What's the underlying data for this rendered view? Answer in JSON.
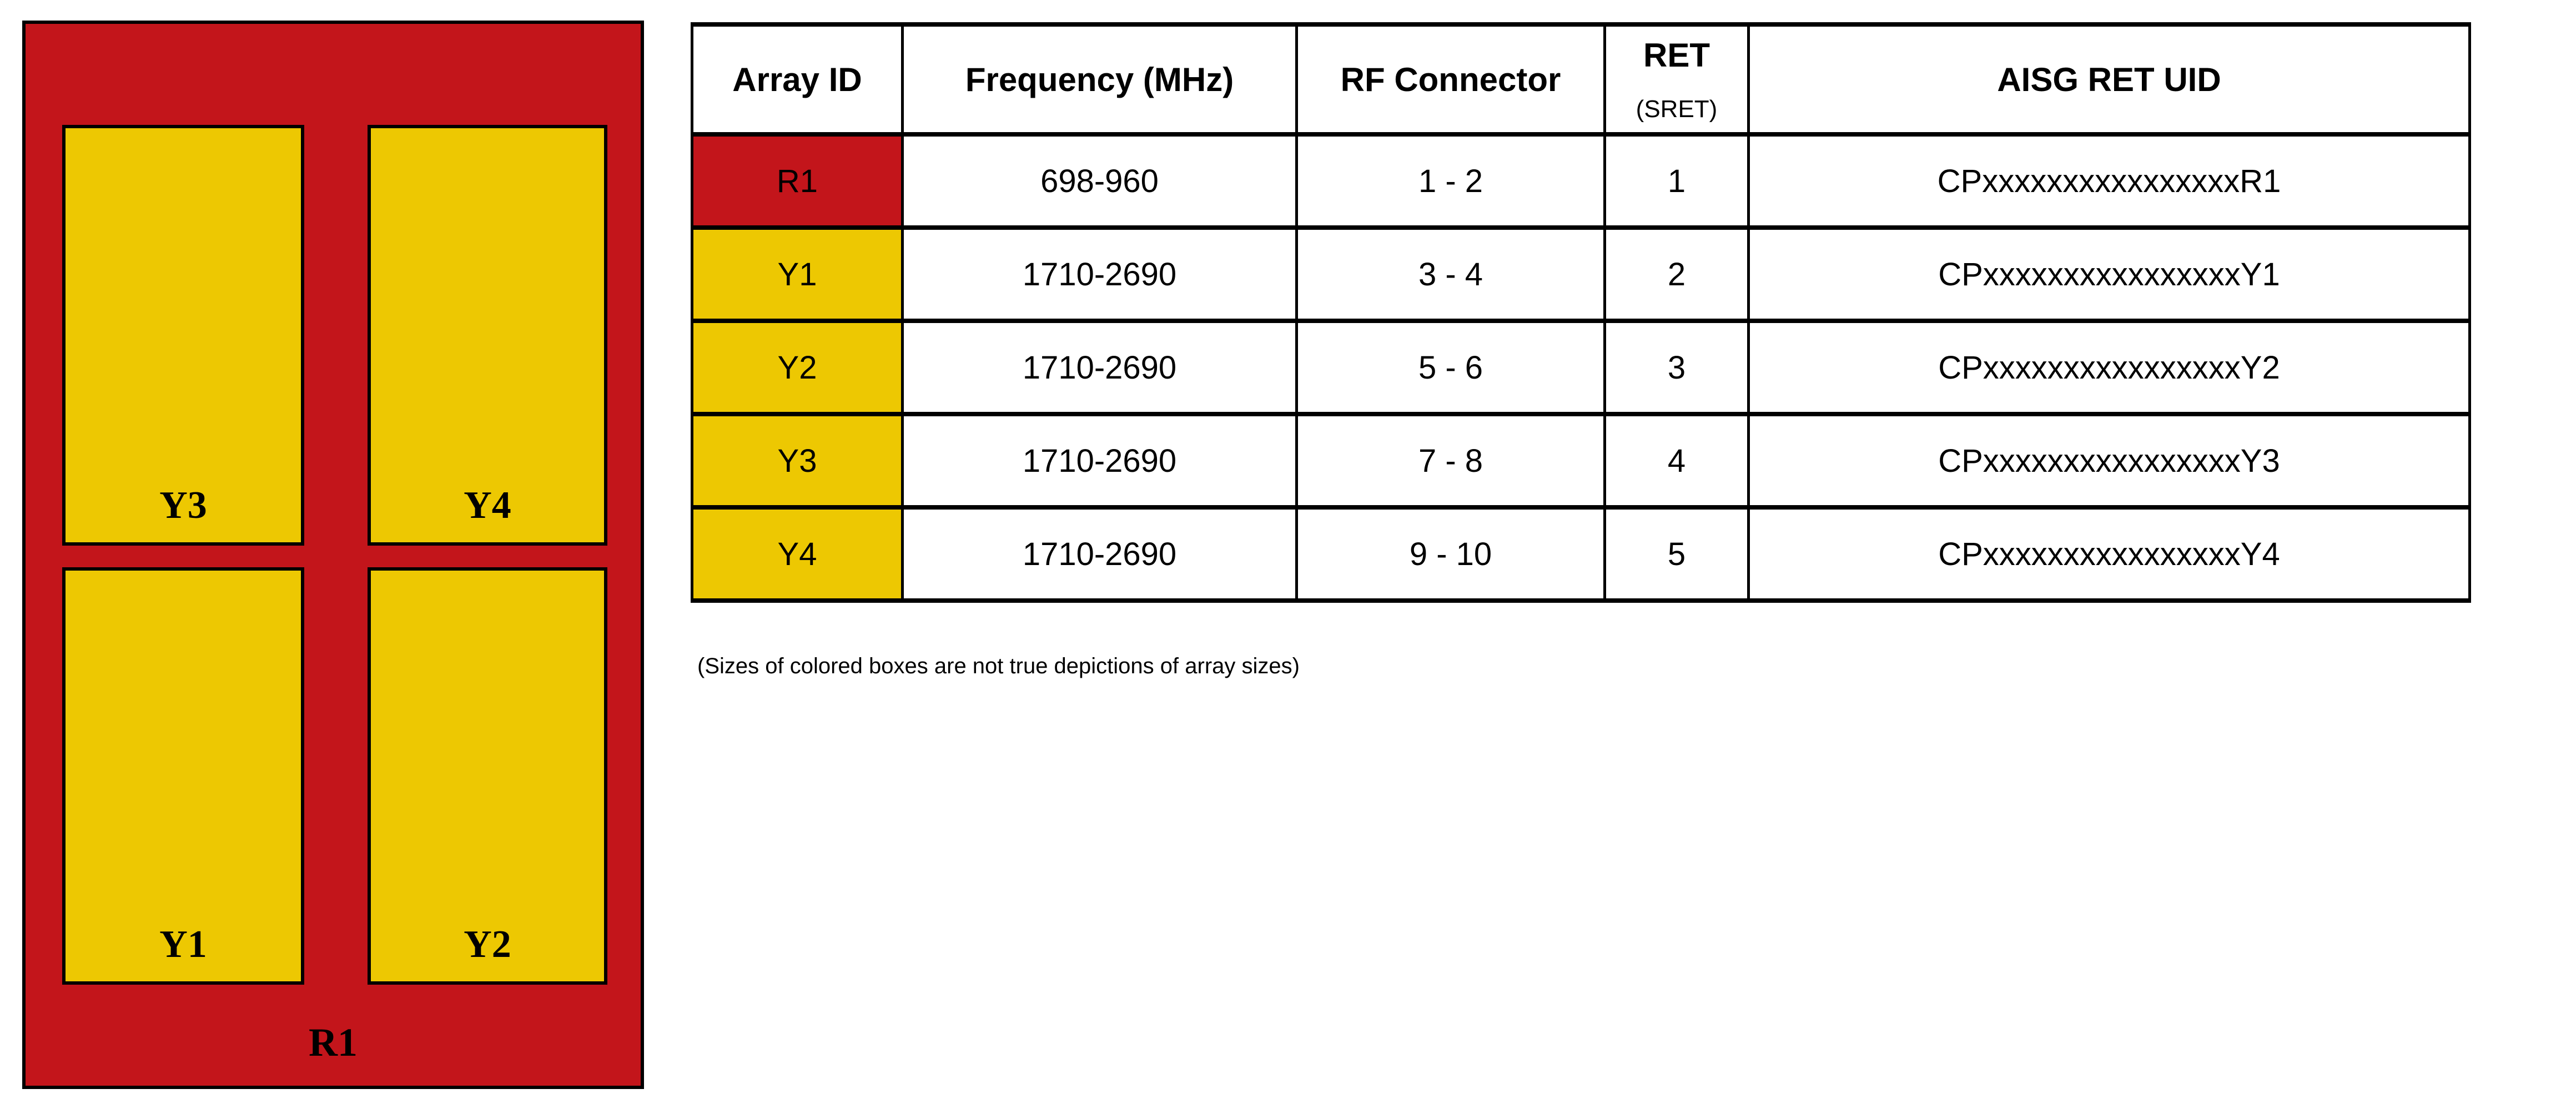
{
  "colors": {
    "panel_red": "#C3151B",
    "array_yellow": "#EDC802",
    "border_black": "#000000",
    "background": "#ffffff"
  },
  "diagram": {
    "outer_label": "R1",
    "arrays": [
      {
        "id": "Y3"
      },
      {
        "id": "Y4"
      },
      {
        "id": "Y1"
      },
      {
        "id": "Y2"
      }
    ]
  },
  "table": {
    "headers": {
      "array_id": "Array ID",
      "frequency": "Frequency (MHz)",
      "rf_connector": "RF Connector",
      "ret_line1": "RET",
      "ret_line2": "(SRET)",
      "aisg_ret_uid": "AISG RET UID"
    },
    "rows": [
      {
        "array_id": "R1",
        "color": "red",
        "frequency": "698-960",
        "rf_connector": "1 - 2",
        "ret": "1",
        "aisg_ret_uid": "CPxxxxxxxxxxxxxxxxR1"
      },
      {
        "array_id": "Y1",
        "color": "yellow",
        "frequency": "1710-2690",
        "rf_connector": "3 - 4",
        "ret": "2",
        "aisg_ret_uid": "CPxxxxxxxxxxxxxxxxY1"
      },
      {
        "array_id": "Y2",
        "color": "yellow",
        "frequency": "1710-2690",
        "rf_connector": "5 - 6",
        "ret": "3",
        "aisg_ret_uid": "CPxxxxxxxxxxxxxxxxY2"
      },
      {
        "array_id": "Y3",
        "color": "yellow",
        "frequency": "1710-2690",
        "rf_connector": "7 - 8",
        "ret": "4",
        "aisg_ret_uid": "CPxxxxxxxxxxxxxxxxY3"
      },
      {
        "array_id": "Y4",
        "color": "yellow",
        "frequency": "1710-2690",
        "rf_connector": "9 - 10",
        "ret": "5",
        "aisg_ret_uid": "CPxxxxxxxxxxxxxxxxY4"
      }
    ]
  },
  "caption": "(Sizes of colored boxes are not true depictions of array sizes)"
}
